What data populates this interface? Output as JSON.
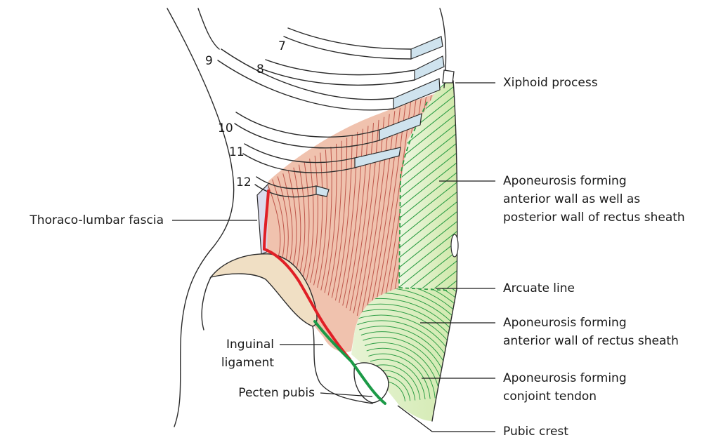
{
  "rib_numbers": [
    "7",
    "8",
    "9",
    "10",
    "11",
    "12"
  ],
  "labels": {
    "xiphoid": [
      "Xiphoid process"
    ],
    "aponeurosis_both_walls": [
      "Aponeurosis forming",
      "anterior wall as well as",
      "posterior wall of rectus sheath"
    ],
    "thoraco_lumbar": [
      "Thoraco-lumbar fascia"
    ],
    "arcuate": [
      "Arcuate line"
    ],
    "aponeurosis_anterior": [
      "Aponeurosis forming",
      "anterior wall of rectus sheath"
    ],
    "inguinal": [
      "Inguinal",
      "ligament"
    ],
    "pecten": [
      "Pecten pubis"
    ],
    "conjoint": [
      "Aponeurosis forming",
      "conjoint tendon"
    ],
    "pubic_crest": [
      "Pubic crest"
    ]
  },
  "colors": {
    "muscle": "#f0c2ae",
    "muscle_fiber": "#b5433a",
    "aponeurosis": "#d3eab2",
    "aponeurosis_fiber": "#2f9e46",
    "costal_cartilage": "#cfe3ee",
    "fascia": "#dcdcee",
    "bone": "#f0dfc4",
    "inguinal_red": "#e01f26",
    "pecten_green": "#1c9a47"
  }
}
